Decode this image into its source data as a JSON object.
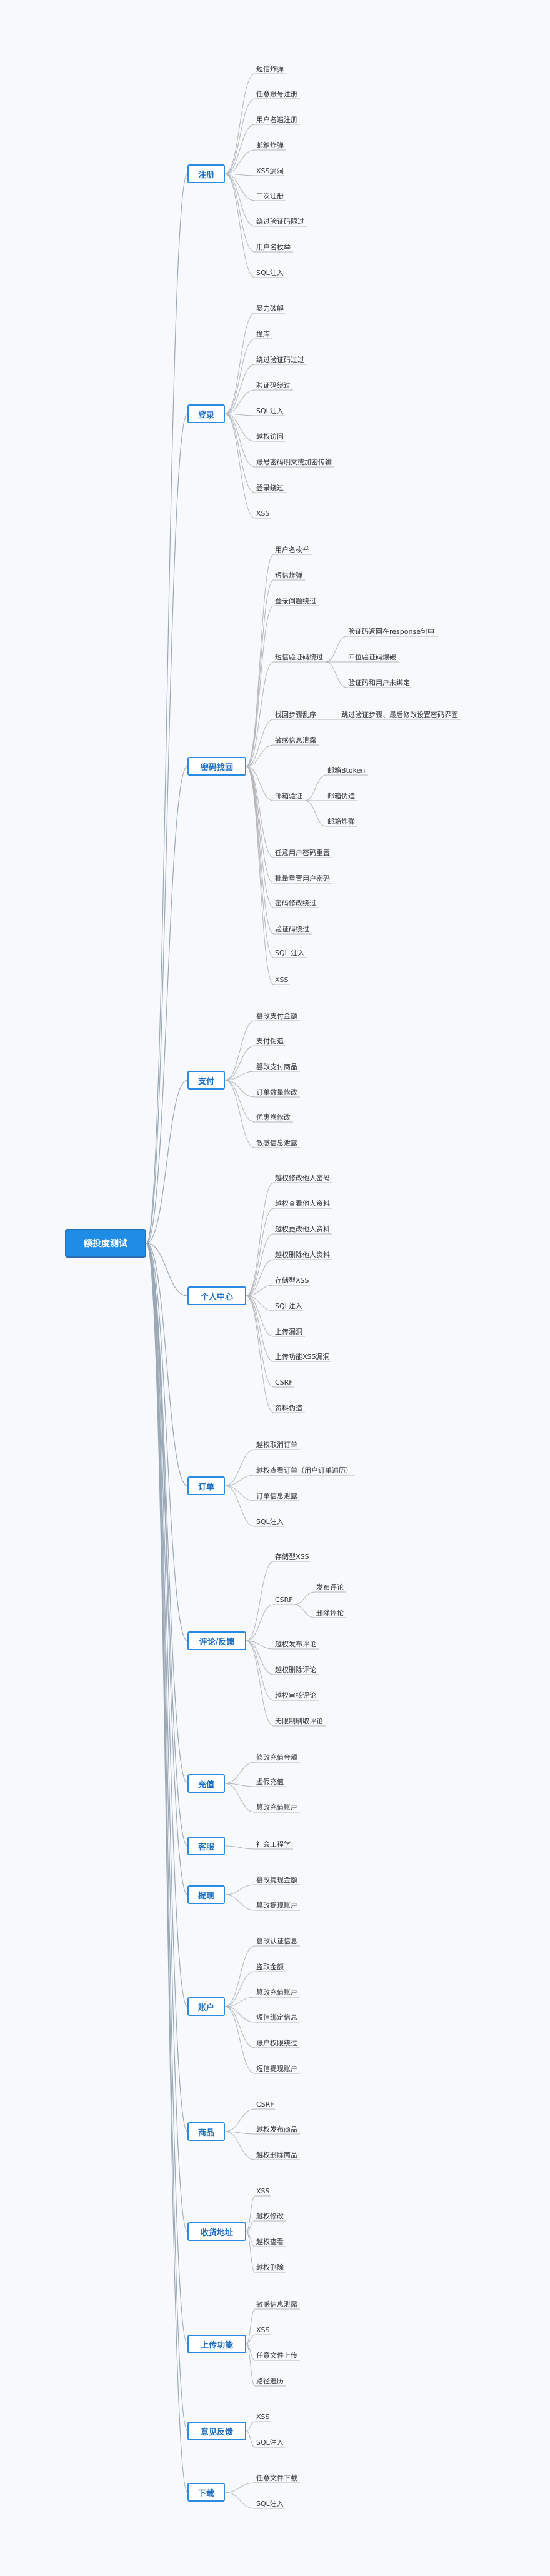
{
  "root": "额投度测试",
  "branches": [
    {
      "label": "注册",
      "children": [
        {
          "label": "短信炸弹"
        },
        {
          "label": "任意账号注册"
        },
        {
          "label": "用户名遍注册"
        },
        {
          "label": "邮箱炸弹"
        },
        {
          "label": "XSS漏洞"
        },
        {
          "label": "二次注册"
        },
        {
          "label": "绕过验证码限过"
        },
        {
          "label": "用户名枚举"
        },
        {
          "label": "SQL注入"
        }
      ]
    },
    {
      "label": "登录",
      "children": [
        {
          "label": "暴力破解"
        },
        {
          "label": "撞库"
        },
        {
          "label": "绕过验证码过过"
        },
        {
          "label": "验证码绕过"
        },
        {
          "label": "SQL注入"
        },
        {
          "label": "越权访问"
        },
        {
          "label": "账号密码明文或加密传输"
        },
        {
          "label": "登录绕过"
        },
        {
          "label": "XSS"
        }
      ]
    },
    {
      "label": "密码找回",
      "children": [
        {
          "label": "用户名枚举"
        },
        {
          "label": "短信炸弹"
        },
        {
          "label": "登录间题绕过"
        },
        {
          "label": "短信验证码绕过",
          "children": [
            {
              "label": "验证码返回在response包中"
            },
            {
              "label": "四位验证码爆破"
            },
            {
              "label": "验证码和用户未绑定"
            }
          ]
        },
        {
          "label": "找回步骤乱序",
          "children": [
            {
              "label": "跳过验证步骤、最后修改设置密码界面"
            }
          ]
        },
        {
          "label": "敏感信息泄露"
        },
        {
          "label": "邮箱验证",
          "children": [
            {
              "label": "邮箱Btoken"
            },
            {
              "label": "邮箱伪造"
            },
            {
              "label": "邮箱炸弹"
            }
          ]
        },
        {
          "label": "任意用户密码重置"
        },
        {
          "label": "批量重置用户密码"
        },
        {
          "label": "密码修改绕过"
        },
        {
          "label": "验证码绕过"
        },
        {
          "label": "SQL 注入"
        },
        {
          "label": "XSS"
        }
      ]
    },
    {
      "label": "支付",
      "children": [
        {
          "label": "篡改支付金额"
        },
        {
          "label": "支付伪造"
        },
        {
          "label": "篡改支付商品"
        },
        {
          "label": "订单数量修改"
        },
        {
          "label": "优惠卷修改"
        },
        {
          "label": "敏感信息泄露"
        }
      ]
    },
    {
      "label": "个人中心",
      "children": [
        {
          "label": "越权修改他人密码"
        },
        {
          "label": "越权查看他人资料"
        },
        {
          "label": "越权更改他人资料"
        },
        {
          "label": "越权删除他人资料"
        },
        {
          "label": "存储型XSS"
        },
        {
          "label": "SQL注入"
        },
        {
          "label": "上传漏洞"
        },
        {
          "label": "上传功能XSS漏洞"
        },
        {
          "label": "CSRF"
        },
        {
          "label": "资料伪造"
        }
      ]
    },
    {
      "label": "订单",
      "children": [
        {
          "label": "越权取消订单"
        },
        {
          "label": "越权查看订单（用户订单遍历）"
        },
        {
          "label": "订单信息泄露"
        },
        {
          "label": "SQL注入"
        }
      ]
    },
    {
      "label": "评论/反馈",
      "children": [
        {
          "label": "存储型XSS"
        },
        {
          "label": "CSRF",
          "children": [
            {
              "label": "发布评论"
            },
            {
              "label": "删除评论"
            }
          ]
        },
        {
          "label": "越权发布评论"
        },
        {
          "label": "越权删除评论"
        },
        {
          "label": "越权审核评论"
        },
        {
          "label": "无限制刷取评论"
        }
      ]
    },
    {
      "label": "充值",
      "children": [
        {
          "label": "修改充值金额"
        },
        {
          "label": "虚假充值"
        },
        {
          "label": "篡改充值账户"
        }
      ]
    },
    {
      "label": "客服",
      "children": [
        {
          "label": "社会工程学"
        }
      ]
    },
    {
      "label": "提现",
      "children": [
        {
          "label": "篡改提现金额"
        },
        {
          "label": "篡改提现账户"
        }
      ]
    },
    {
      "label": "账户",
      "children": [
        {
          "label": "篡改认证信息"
        },
        {
          "label": "盗取金额"
        },
        {
          "label": "篡改充值账户"
        },
        {
          "label": "短信绑定信息"
        },
        {
          "label": "账户权限绕过"
        },
        {
          "label": "短信提现账户"
        }
      ]
    },
    {
      "label": "商品",
      "children": [
        {
          "label": "CSRF"
        },
        {
          "label": "越权发布商品"
        },
        {
          "label": "越权删除商品"
        }
      ]
    },
    {
      "label": "收货地址",
      "children": [
        {
          "label": "XSS"
        },
        {
          "label": "越权修改"
        },
        {
          "label": "越权查看"
        },
        {
          "label": "越权删除"
        }
      ]
    },
    {
      "label": "上传功能",
      "children": [
        {
          "label": "敏感信息泄露"
        },
        {
          "label": "XSS"
        },
        {
          "label": "任意文件上传"
        },
        {
          "label": "路径遍历"
        }
      ]
    },
    {
      "label": "意见反馈",
      "children": [
        {
          "label": "XSS"
        },
        {
          "label": "SQL注入"
        }
      ]
    },
    {
      "label": "下载",
      "children": [
        {
          "label": "任意文件下载"
        },
        {
          "label": "SQL注入"
        }
      ]
    }
  ]
}
